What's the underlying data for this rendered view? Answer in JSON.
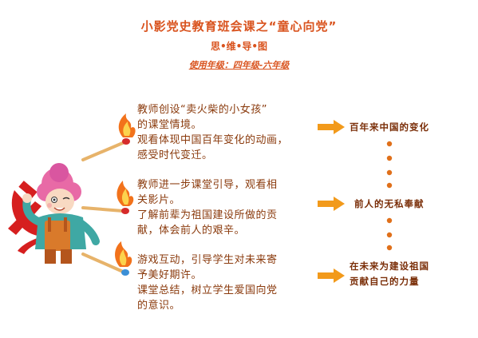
{
  "header": {
    "title": "小影党史教育班会课之“童心向党”",
    "subtitle": "思•维•导•图",
    "grade": "使用年级：四年级-六年级"
  },
  "steps": [
    {
      "lines": [
        "教师创设“卖火柴的小女孩”",
        "的课堂情境。",
        "观看体现中国百年变化的动画，",
        "感受时代变迁。"
      ]
    },
    {
      "lines": [
        "教师进一步课堂引导，观看相",
        "关影片。",
        "了解前辈为祖国建设所做的贡",
        "献，体会前人的艰辛。"
      ]
    },
    {
      "lines": [
        "游戏互动，引导学生对未来寄",
        "予美好期许。",
        "课堂总结，树立学生爱国向党",
        "的意识。"
      ]
    }
  ],
  "targets": [
    {
      "lines": [
        "百年来中国的变化"
      ]
    },
    {
      "lines": [
        "前人的无私奉献"
      ]
    },
    {
      "lines": [
        "在未来为建设祖国",
        "贡献自己的力量"
      ]
    }
  ],
  "colors": {
    "title": "#d9531e",
    "text": "#8a3a0c",
    "arrow": "#f29a1b",
    "dot": "#e0701a",
    "emblem": "#d61f1f"
  }
}
